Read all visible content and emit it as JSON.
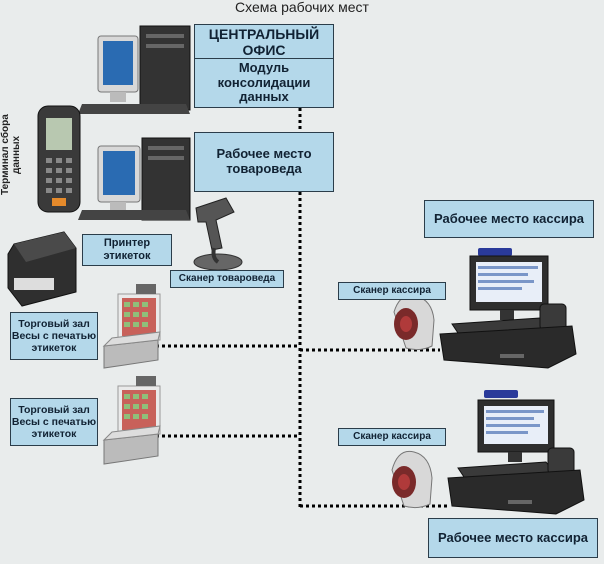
{
  "title": "Схема рабочих мест",
  "central_office": {
    "name": "ЦЕНТРАЛЬНЫЙ ОФИС",
    "module": "Модуль консолидации данных"
  },
  "merchandiser_workplace": "Рабочее место товароведа",
  "data_terminal": "Терминал сбора данных",
  "label_printer": "Принтер этикеток",
  "merchandiser_scanner": "Сканер товароведа",
  "trading_hall_1": "Торговый зал Весы с печатью этикеток",
  "trading_hall_2": "Торговый зал Весы с печатью этикеток",
  "cashier_workplace_1": "Рабочее место кассира",
  "cashier_scanner_1": "Сканер кассира",
  "cashier_scanner_2": "Сканер кассира",
  "cashier_workplace_2": "Рабочее место кассира",
  "colors": {
    "background": "#e9ecec",
    "label_fill": "#b4d8ea",
    "label_border": "#2b3d4a",
    "connector": "#000000"
  }
}
